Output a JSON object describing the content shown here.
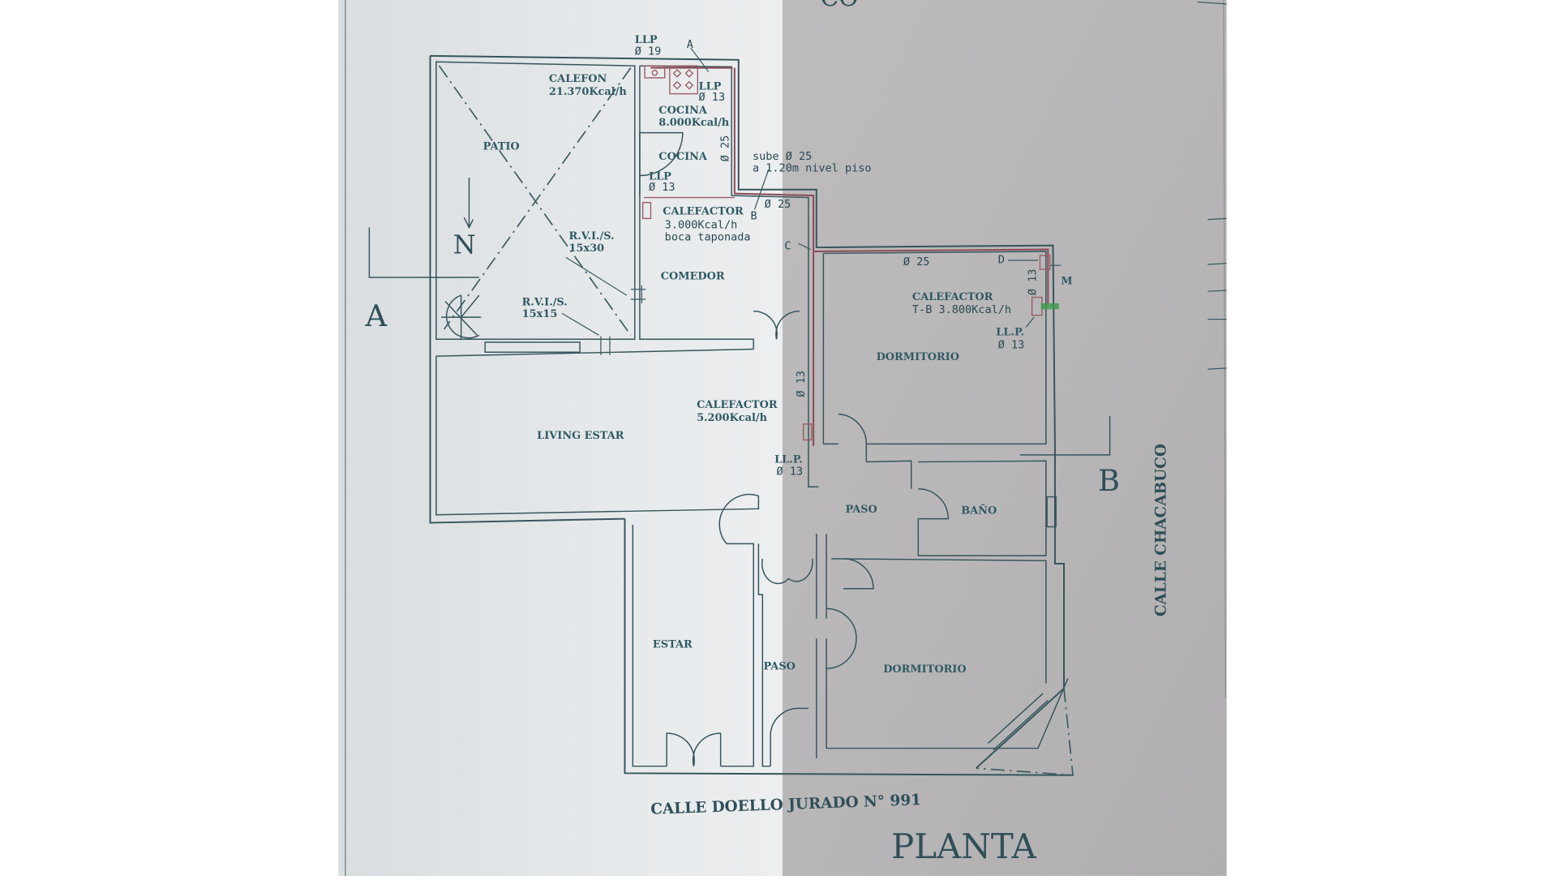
{
  "document": {
    "title": "PLANTA",
    "top_heading_fragment": "CO",
    "street_bottom": "CALLE DOELLO JURADO N° 991",
    "street_right": "CALLE CHACABUCO",
    "north_label": "N",
    "section_markers": {
      "a": "A",
      "b": "B"
    }
  },
  "rooms": {
    "patio": "PATIO",
    "cocina": "COCINA",
    "comedor": "COMEDOR",
    "living": "LIVING ESTAR",
    "dormitorio_1": "DORMITORIO",
    "dormitorio_2": "DORMITORIO",
    "paso_1": "PASO",
    "paso_2": "PASO",
    "bano": "BAÑO",
    "estar": "ESTAR"
  },
  "appliances": {
    "calefon": {
      "name": "CALEFON",
      "power": "21.370Kcal/h"
    },
    "cocina": {
      "name": "COCINA",
      "power": "8.000Kcal/h"
    },
    "calefactor_comedor": {
      "name": "CALEFACTOR",
      "power": "3.000Kcal/h",
      "note": "boca taponada"
    },
    "calefactor_living": {
      "name": "CALEFACTOR",
      "power": "5.200Kcal/h"
    },
    "calefactor_dormitorio": {
      "name": "CALEFACTOR",
      "power": "T-B 3.800Kcal/h"
    }
  },
  "gas_annotations": {
    "llp_19": {
      "label": "LLP",
      "diameter": "Ø 19"
    },
    "llp_13_cocina": {
      "label": "LLP",
      "diameter": "Ø 13"
    },
    "llp_13_comedor": {
      "label": "LLP",
      "diameter": "Ø 13"
    },
    "llp_13_living": {
      "label": "LL.P.",
      "diameter": "Ø 13"
    },
    "llp_13_dormitorio": {
      "label": "LL.P.",
      "diameter": "Ø 13"
    },
    "pipe_25_vertical": "Ø 25",
    "pipe_25_horizontal": "Ø 25",
    "pipe_25_dormitorio": "Ø 25",
    "pipe_13_vertical": "Ø 13",
    "pipe_13_dormitorio": "Ø 13",
    "riser_note_1": "sube Ø 25",
    "riser_note_2": "a 1.20m nivel piso",
    "point_a": "A",
    "point_b": "B",
    "point_c": "C",
    "point_d": "D",
    "meter": "M"
  },
  "vents": {
    "rvi_1": {
      "label": "R.V.I./S.",
      "size": "15x30"
    },
    "rvi_2": {
      "label": "R.V.I./S.",
      "size": "15x15"
    }
  },
  "colors": {
    "paper_light": "#e4e8ea",
    "paper_shadow": "#b7b5b6",
    "ink": "#2f5a62",
    "gas_line": "#8a4a55",
    "meter_green": "#3a9a4a"
  }
}
